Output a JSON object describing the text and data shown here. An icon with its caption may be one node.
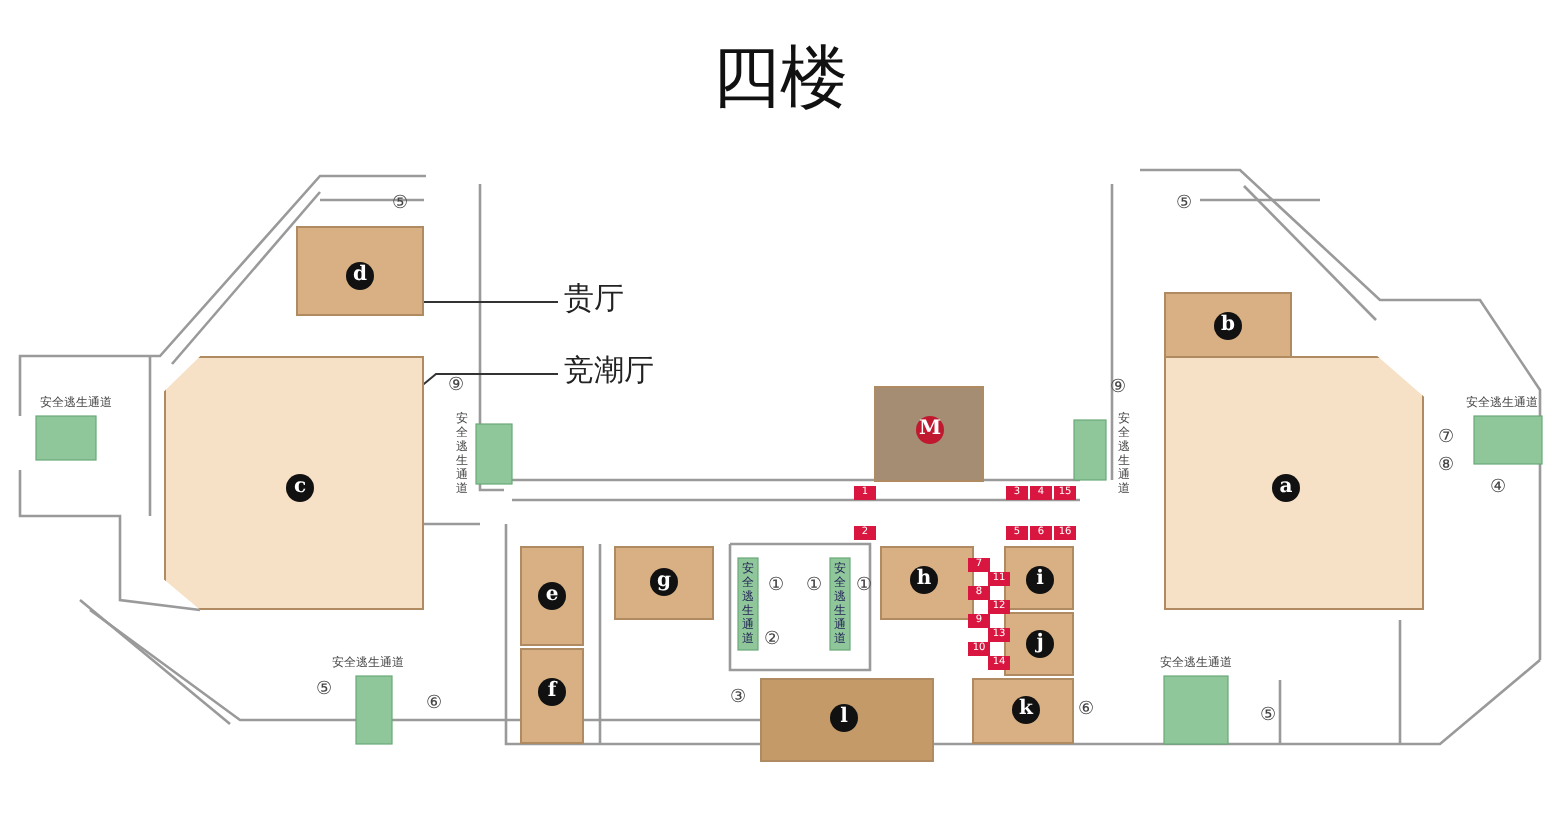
{
  "diagram": {
    "title": "四楼",
    "nodes": [
      {
        "text": [
          "d"
        ]
      },
      {
        "text": [
          "贵厅"
        ]
      },
      {
        "text": [
          "b"
        ]
      },
      {
        "text": [
          "竞潮厅"
        ]
      },
      {
        "text": [
          "c"
        ]
      },
      {
        "text": [
          "a"
        ]
      },
      {
        "text": [
          "M"
        ]
      },
      {
        "text": [
          "e"
        ]
      },
      {
        "text": [
          "g"
        ]
      },
      {
        "text": [
          "h"
        ]
      },
      {
        "text": [
          "i"
        ]
      },
      {
        "text": [
          "j"
        ]
      },
      {
        "text": [
          "f"
        ]
      },
      {
        "text": [
          "k"
        ]
      },
      {
        "text": [
          "l"
        ]
      }
    ],
    "edges": [
      {
        "from": 1,
        "to": 0,
        "arrow": "none"
      },
      {
        "from": 3,
        "to": 4,
        "arrow": "none"
      }
    ],
    "labels": [
      "⑤",
      "⑤",
      "⑨",
      "⑨",
      "安全逃生通道",
      "安全逃生通道",
      "安全逃生通道",
      "安全逃生通道",
      "⑦",
      "⑧",
      "④",
      "1",
      "3",
      "4",
      "15",
      "2",
      "5",
      "6",
      "16",
      "7",
      "11",
      "8",
      "12",
      "9",
      "13",
      "10",
      "14",
      "①",
      "安全逃生通道",
      "①",
      "安全逃生通道",
      "①",
      "②",
      "安全逃生通道",
      "安全逃生通道",
      "⑤",
      "③",
      "⑥",
      "⑥",
      "⑤"
    ]
  }
}
